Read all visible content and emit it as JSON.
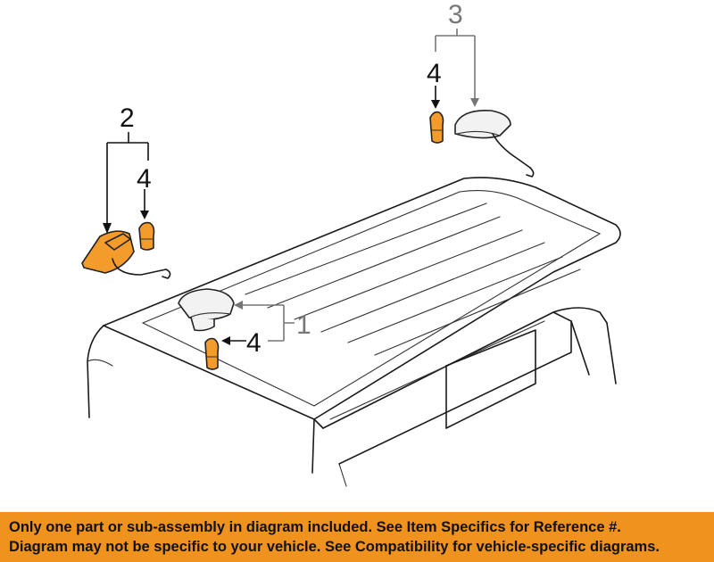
{
  "callouts": {
    "part1": "1",
    "part2": "2",
    "part3": "3",
    "bulb_left": "4",
    "bulb_top": "4",
    "bulb_roof": "4"
  },
  "colors": {
    "highlight": "#f39c2b",
    "banner": "#f0921e",
    "line": "#1a1a1a"
  },
  "disclaimer": {
    "line1": "Only one part or sub-assembly in diagram included. See Item Specifics for Reference #.",
    "line2": "Diagram may not be specific to your vehicle. See Compatibility for vehicle-specific diagrams."
  }
}
